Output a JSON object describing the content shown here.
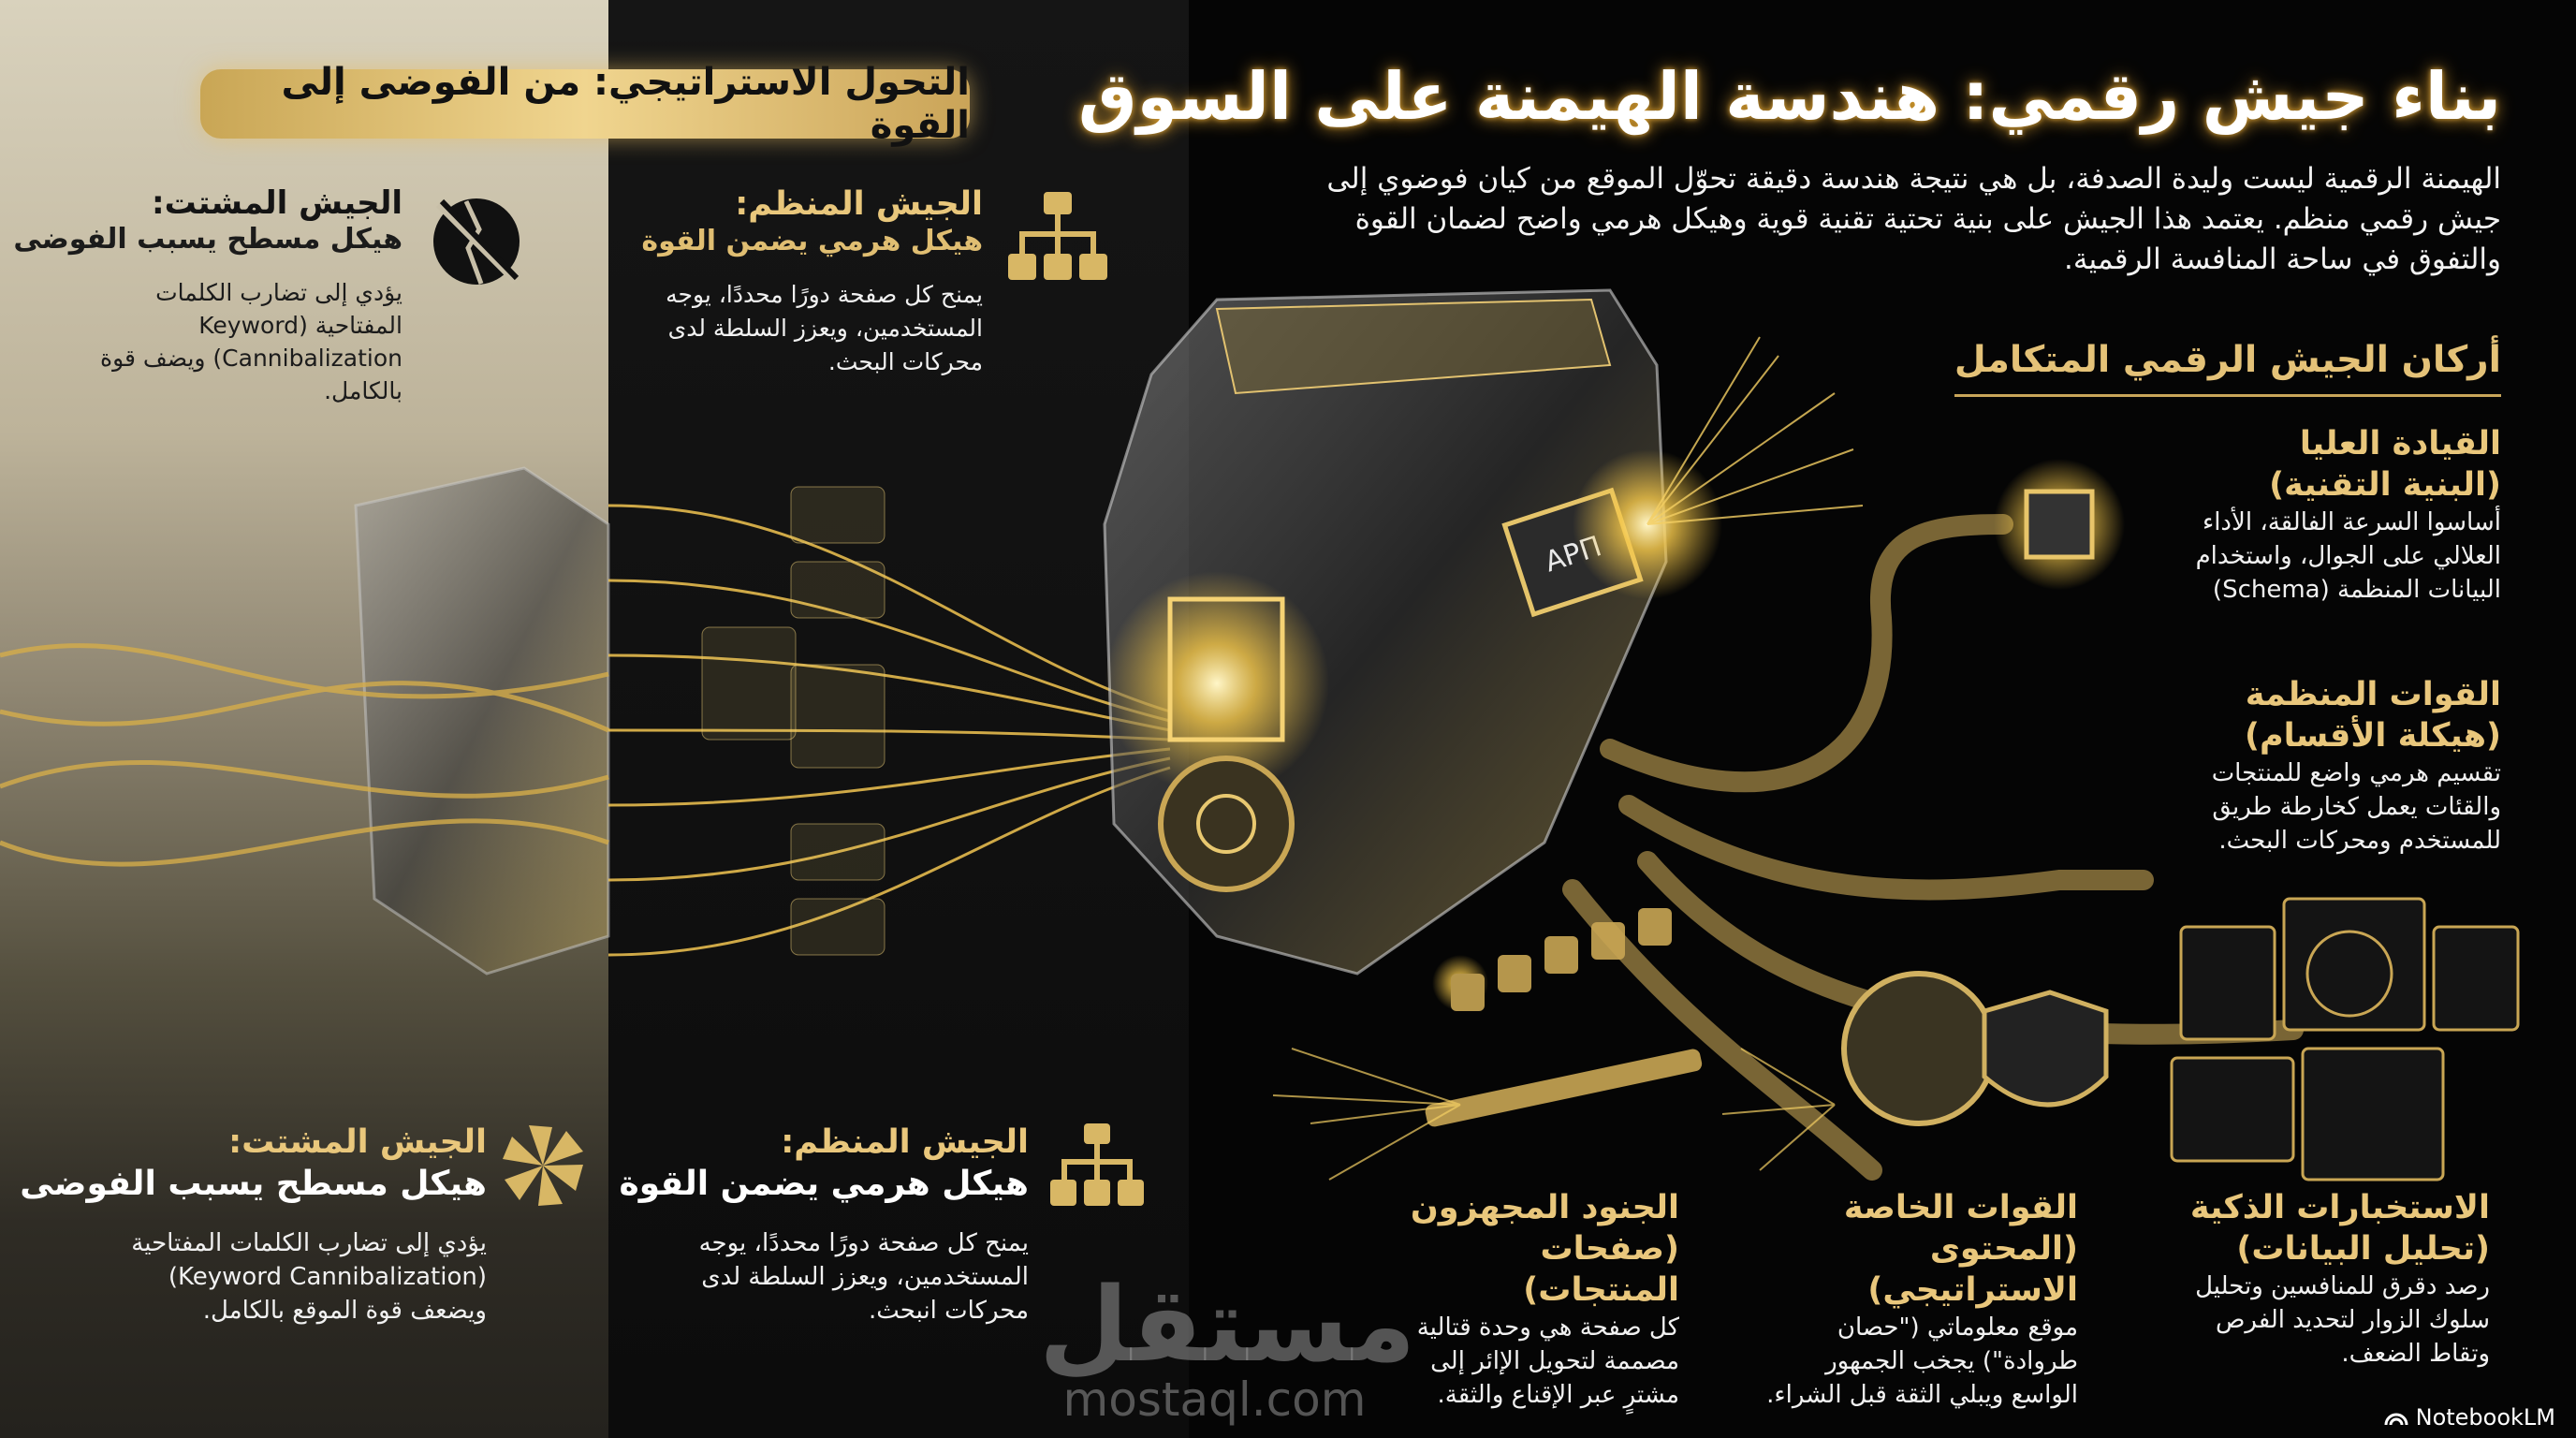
{
  "colors": {
    "gold": "#e4c278",
    "banner_gold": "#f0d58f",
    "background": "#050505",
    "panel_light": "#d9d2bd"
  },
  "header": {
    "title": "بناء جيش رقمي: هندسة الهيمنة على السوق",
    "intro": "الهيمنة الرقمية ليست وليدة الصدفة، بل هي نتيجة هندسة دقيقة تحوّل الموقع من كيان فوضوي إلى جيش رقمي منظم. يعتمد هذا الجيش على بنية تحتية تقنية قوية وهيكل هرمي واضح لضمان القوة والتفوق في ساحة المنافسة الرقمية."
  },
  "banner": {
    "label": "التحول الاستراتيجي: من الفوضى إلى القوة"
  },
  "comparison_top": {
    "scattered": {
      "title": "الجيش المشتت:",
      "subtitle": "هيكل مسطح يسبب الفوضى",
      "body": "يؤدي إلى تضارب الكلمات المفتاحية (Keyword Cannibalization) ويضف قوة بالكامل.",
      "icon": "broken-circle-icon"
    },
    "organized": {
      "title": "الجيش المنظم:",
      "subtitle": "هيكل هرمي يضمن القوة",
      "body": "يمنح كل صفحة دورًا محددًا، يوجه المستخدمين، ويعزز السلطة لدى محركات البحث.",
      "icon": "hierarchy-icon"
    }
  },
  "comparison_bottom": {
    "scattered": {
      "title": "الجيش المشتت:",
      "subtitle": "هيكل مسطح يسبب الفوضى",
      "body": "يؤدي إلى تضارب الكلمات المفتاحية (Keyword Cannibalization) ويضعف قوة الموقع بالكامل.",
      "icon": "shattered-icon"
    },
    "organized": {
      "title": "الجيش المنظم:",
      "subtitle": "هيكل هرمي يضمن القوة",
      "body": "يمنح كل صفحة دورًا محددًا، يوجه المستخدمين، ويعزز السلطة لدى محركات انبحث.",
      "icon": "hierarchy-icon"
    }
  },
  "pillars": {
    "heading": "أركان الجيش الرقمي المتكامل",
    "items": [
      {
        "title": "القيادة العليا",
        "subtitle": "(البنية التقنية)",
        "body": "أساسوا السرعة الفالقة، الأداء العلالي على الجوال، واستخدام البيانات المنظمة (Schema)"
      },
      {
        "title": "القوات المنظمة",
        "subtitle": "(هيكلة الأقسام)",
        "body": "تقسيم هرمي واضع للمنتجات والقئات يعمل كخارطة طريق للمستخدم ومحركات البحث."
      },
      {
        "title": "الجنود المجهزون",
        "subtitle": "(صفحات المنتجات)",
        "body": "كل صفحة هي وحدة قتالية مصممة لتحويل الإائر إلى مشترٍ عبر الإقناع والثقة."
      },
      {
        "title": "القوات الخاصة",
        "subtitle": "(المحتوى الاستراتيجي)",
        "body": "موقع معلوماتي (\"حصان طروادة\") يجخب الجمهور الواسع ويبلي الثقة قبل الشراء."
      },
      {
        "title": "الاستخبارات الذكية",
        "subtitle": "(تحليل البيانات)",
        "body": "رصد دقرق للمنافسين وتحليل سلوك الزوار لتحديد الفرص وتقاط الضعف."
      }
    ]
  },
  "illustration": {
    "chip_label": "APΠ"
  },
  "watermark": {
    "arabic": "مستقل",
    "latin": "mostaql.com"
  },
  "footer": {
    "brand": "NotebookLM"
  }
}
